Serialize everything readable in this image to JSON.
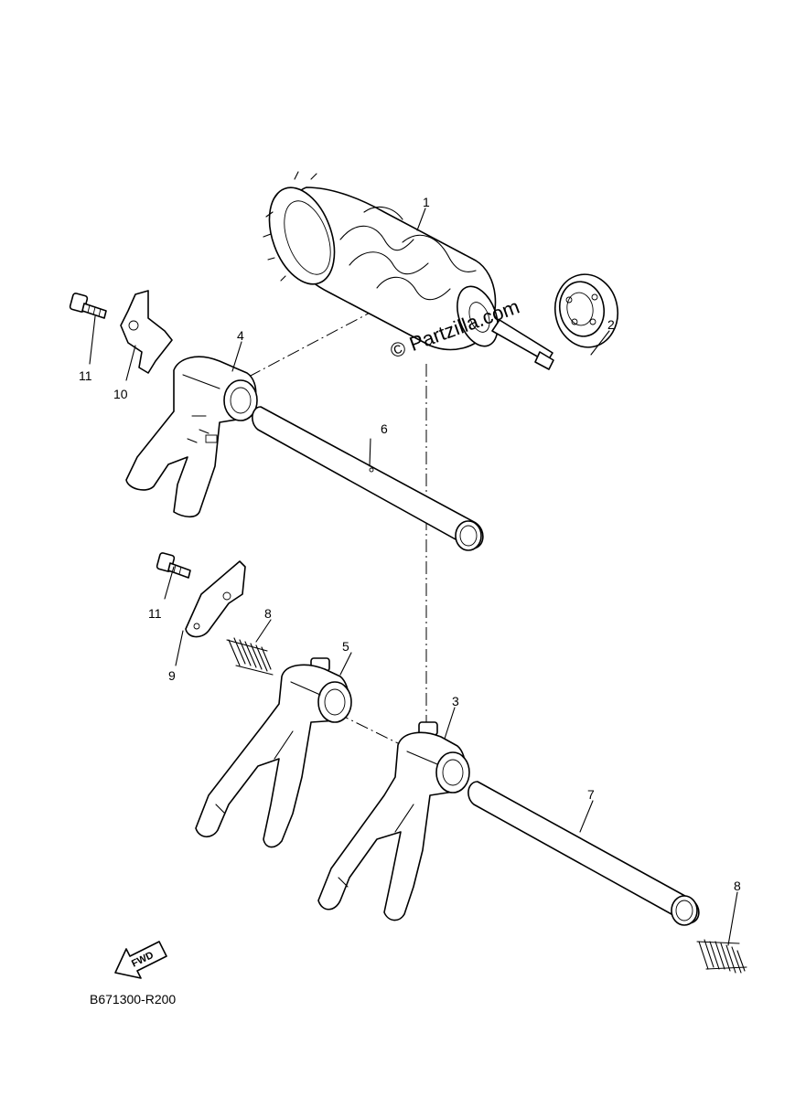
{
  "watermark": "© Partzilla.com",
  "drawing_code": "B671300-R200",
  "direction_arrow": {
    "label": "FWD",
    "icon": "fwd-arrow-icon"
  },
  "callouts": [
    {
      "id": "1",
      "text": "1"
    },
    {
      "id": "2",
      "text": "2"
    },
    {
      "id": "3",
      "text": "3"
    },
    {
      "id": "4",
      "text": "4"
    },
    {
      "id": "5",
      "text": "5"
    },
    {
      "id": "6",
      "text": "6"
    },
    {
      "id": "7",
      "text": "7"
    },
    {
      "id": "8a",
      "text": "8"
    },
    {
      "id": "8b",
      "text": "8"
    },
    {
      "id": "9",
      "text": "9"
    },
    {
      "id": "10",
      "text": "10"
    },
    {
      "id": "11a",
      "text": "11"
    },
    {
      "id": "11b",
      "text": "11"
    }
  ]
}
